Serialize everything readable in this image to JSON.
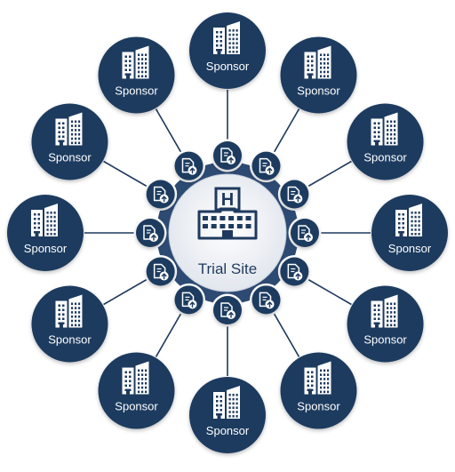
{
  "center": {
    "label": "Trial Site",
    "icon": "hospital-icon"
  },
  "sponsor_label": "Sponsor",
  "sponsor_count": 12,
  "connector_count": 12,
  "connector_icon": "document-upload-icon",
  "colors": {
    "navy": "#1f3a5f",
    "ring": "#2d4a73",
    "line": "#1f3a5f",
    "center_fill": "#f2f4f7",
    "white": "#ffffff"
  }
}
